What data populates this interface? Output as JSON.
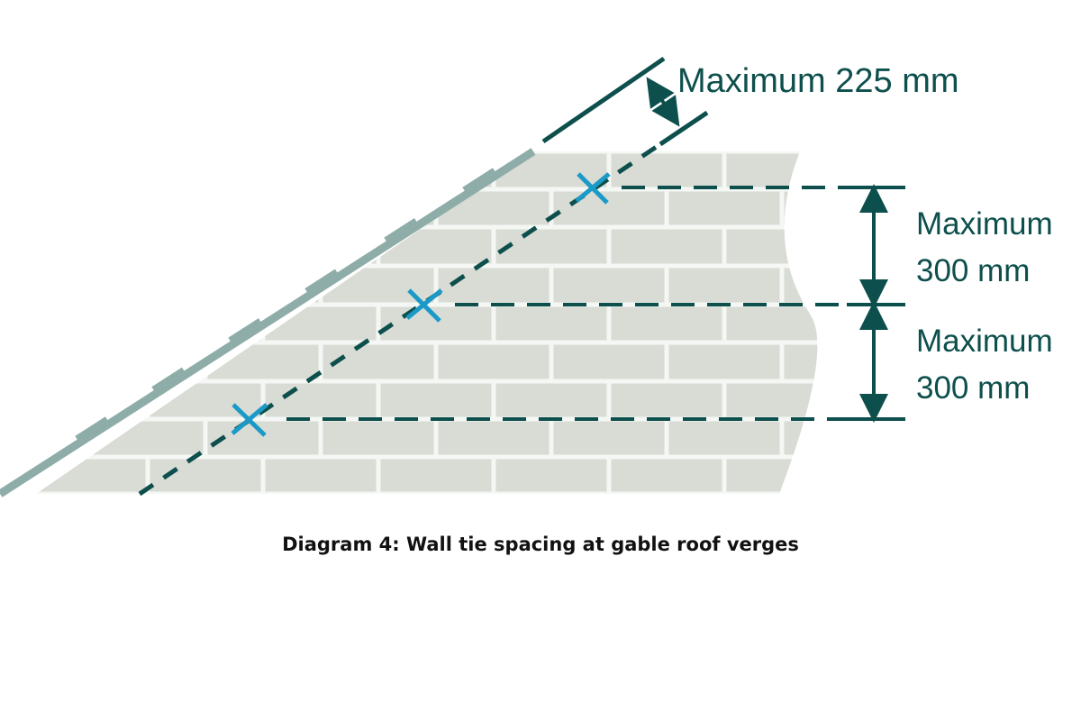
{
  "labels": {
    "top_dimension": "Maximum 225 mm",
    "upper_spacing_line1": "Maximum",
    "upper_spacing_line2": "300 mm",
    "lower_spacing_line1": "Maximum",
    "lower_spacing_line2": "300 mm"
  },
  "caption": "Diagram 4: Wall tie spacing at gable roof verges",
  "colors": {
    "wall": "#d9dcd5",
    "mortar": "#f4f7f4",
    "dimension": "#0d4f4c",
    "roof": "#8fada8",
    "wall_tie": "#1b9ac8"
  }
}
